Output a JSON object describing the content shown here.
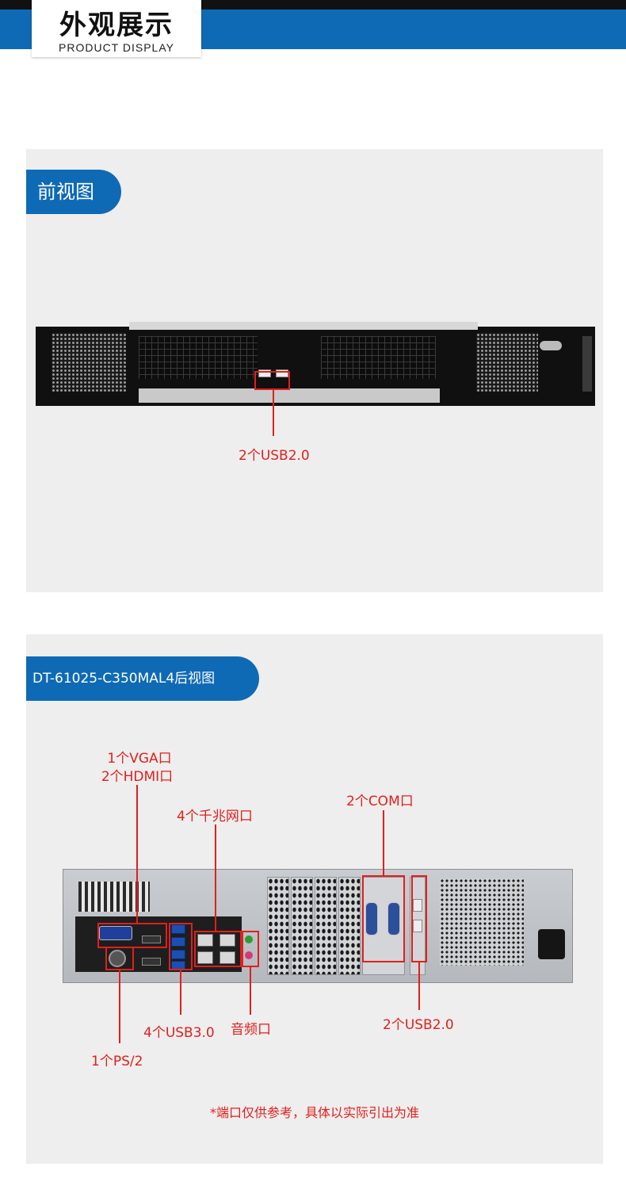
{
  "header": {
    "title_cn": "外观展示",
    "title_en": "PRODUCT DISPLAY"
  },
  "front_view": {
    "tag": "前视图",
    "callouts": {
      "usb": "2个USB2.0"
    }
  },
  "rear_view": {
    "tag": "DT-61025-C350MAL4后视图",
    "callouts": {
      "vga": "1个VGA口",
      "hdmi": "2个HDMI口",
      "lan": "4个千兆网口",
      "com": "2个COM口",
      "usb3": "4个USB3.0",
      "audio": "音频口",
      "usb2": "2个USB2.0",
      "ps2": "1个PS/2"
    },
    "note": "*端口仅供参考，具体以实际引出为准"
  },
  "colors": {
    "brand_blue": "#0f6ab5",
    "callout_red": "#e0201c",
    "panel_bg": "#eeeeee"
  }
}
